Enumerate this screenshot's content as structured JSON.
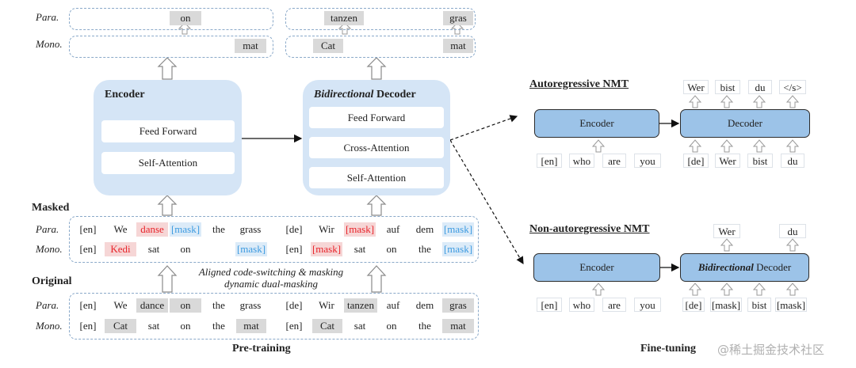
{
  "pretrain": {
    "top": {
      "para_label": "Para.",
      "mono_label": "Mono.",
      "enc_para": "on",
      "enc_mono": "mat",
      "dec_para": [
        "tanzen",
        "gras"
      ],
      "dec_mono": [
        "Cat",
        "mat"
      ]
    },
    "encoder": {
      "title": "Encoder",
      "ff": "Feed Forward",
      "sa": "Self-Attention"
    },
    "decoder": {
      "title_italic": "Bidirectional",
      "title_rest": "Decoder",
      "ff": "Feed Forward",
      "ca": "Cross-Attention",
      "sa": "Self-Attention"
    },
    "masked": {
      "title": "Masked",
      "para_label": "Para.",
      "mono_label": "Mono.",
      "para": [
        "[en]",
        "We",
        "danse",
        "[mask]",
        "the",
        "grass",
        "[de]",
        "Wir",
        "[mask]",
        "auf",
        "dem",
        "[mask]"
      ],
      "mono": [
        "[en]",
        "Kedi",
        "sat",
        "on",
        "[mask]",
        "",
        "[en]",
        "[mask]",
        "sat",
        "on",
        "the",
        "[mask]"
      ]
    },
    "note_line1": "Aligned code-switching & masking",
    "note_line2": "dynamic dual-masking",
    "original": {
      "title": "Original",
      "para_label": "Para.",
      "mono_label": "Mono.",
      "para": [
        "[en]",
        "We",
        "dance",
        "on",
        "the",
        "grass",
        "[de]",
        "Wir",
        "tanzen",
        "auf",
        "dem",
        "gras"
      ],
      "mono": [
        "[en]",
        "Cat",
        "sat",
        "on",
        "the",
        "mat",
        "[en]",
        "Cat",
        "sat",
        "on",
        "the",
        "mat"
      ]
    },
    "caption": "Pre-training"
  },
  "finetune": {
    "ar": {
      "title": "Autoregressive NMT",
      "encoder": "Encoder",
      "decoder": "Decoder",
      "src": [
        "[en]",
        "who",
        "are",
        "you"
      ],
      "tgt_in": [
        "[de]",
        "Wer",
        "bist",
        "du"
      ],
      "tgt_out": [
        "Wer",
        "bist",
        "du",
        "</s>"
      ]
    },
    "nar": {
      "title": "Non-autoregressive NMT",
      "encoder": "Encoder",
      "decoder_italic": "Bidirectional",
      "decoder_rest": "Decoder",
      "src": [
        "[en]",
        "who",
        "are",
        "you"
      ],
      "tgt_in": [
        "[de]",
        "[mask]",
        "bist",
        "[mask]"
      ],
      "tgt_out": [
        "Wer",
        "du"
      ]
    },
    "caption": "Fine-tuning"
  },
  "watermark": "@稀土掘金技术社区"
}
